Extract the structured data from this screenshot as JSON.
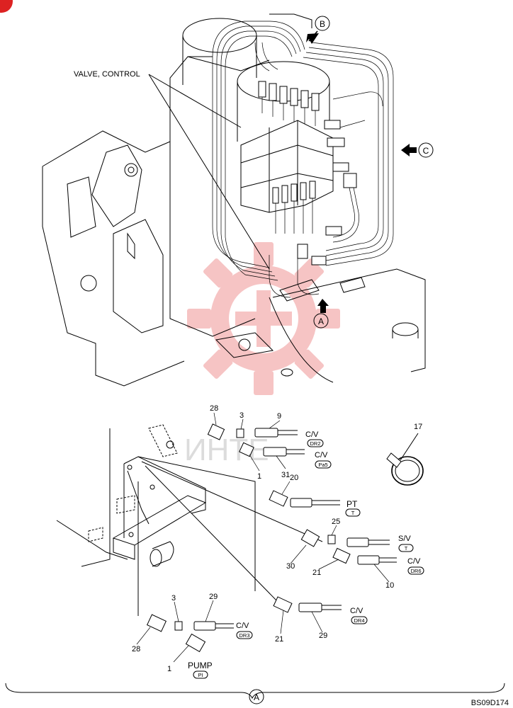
{
  "corner_badge": "",
  "top_view": {
    "label": "VALVE, CONTROL",
    "markers": [
      "B",
      "C",
      "A"
    ]
  },
  "detail_view": {
    "callouts": {
      "n28a": "28",
      "n3a": "3",
      "n9": "9",
      "n1a": "1",
      "n31": "31",
      "n17": "17",
      "n20": "20",
      "n25": "25",
      "n30": "30",
      "n21a": "21",
      "n10": "10",
      "n21b": "21",
      "n29a": "29",
      "n3b": "3",
      "n29b": "29",
      "n28b": "28",
      "n1b": "1"
    },
    "connections": {
      "cv1": "C/V",
      "dr2": "DR2",
      "cv2": "C/V",
      "pa5": "Pa5",
      "pt": "PT",
      "t1": "T",
      "sv": "S/V",
      "t2": "T",
      "cv3": "C/V",
      "dr6": "DR6",
      "cv4": "C/V",
      "dr4": "DR4",
      "cv5": "C/V",
      "dr3": "DR3",
      "pump": "PUMP",
      "pi": "PI"
    },
    "section_label": "A"
  },
  "figure_code": "BS09D174",
  "watermark_text": "ИНТЕ"
}
